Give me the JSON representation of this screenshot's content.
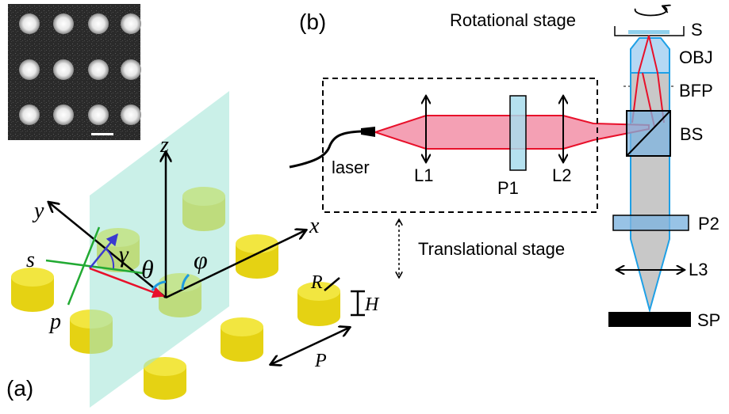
{
  "panel_a": {
    "label": "(a)",
    "axis_x": "x",
    "axis_y": "y",
    "axis_z": "z",
    "s_label": "s",
    "p_label": "p",
    "gamma": "γ",
    "theta": "θ",
    "phi": "φ",
    "radius": "R",
    "height": "H",
    "period": "P",
    "colors": {
      "pillar_top": "#f2e640",
      "pillar_side": "#e5d213",
      "plane": "#9ee3d6",
      "incident_beam": "#e8102a",
      "polarization": "#3a3ad0",
      "sp_lines": "#22aa33",
      "angle_arc": "#1e9be0"
    },
    "sem_inset": "scale-bar-image"
  },
  "panel_b": {
    "label": "(b)",
    "rotational_stage": "Rotational stage",
    "translational_stage": "Translational stage",
    "sample": "S",
    "objective": "OBJ",
    "bfp": "BFP",
    "beam_splitter": "BS",
    "laser": "laser",
    "lens_1": "L1",
    "polarizer_1": "P1",
    "lens_2": "L2",
    "polarizer_2": "P2",
    "lens_3": "L3",
    "spectrometer": "SP",
    "colors": {
      "laser_beam": "#f4a0b4",
      "beam_edge": "#e8102a",
      "collection_beam": "#c8c8c8",
      "collection_edge": "#1ea0e6",
      "optic_fill": "#a8dcec",
      "objective_fill": "#b4d8f4"
    }
  }
}
